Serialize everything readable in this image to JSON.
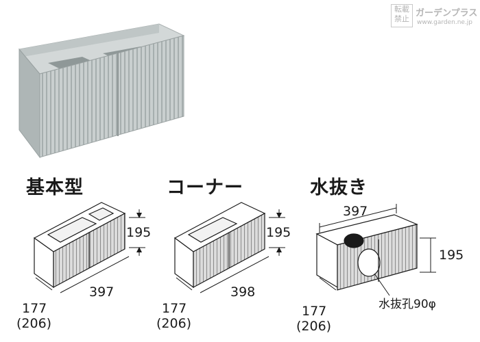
{
  "watermark": {
    "stamp_top": "転載",
    "stamp_bottom": "禁止",
    "brand": "ガーデンプラス",
    "url": "www.garden.ne.jp"
  },
  "variants": [
    {
      "name": "基本型",
      "height": "195",
      "length": "397",
      "depth": "177",
      "depth_alt": "(206)"
    },
    {
      "name": "コーナー",
      "height": "195",
      "length": "398",
      "depth": "177",
      "depth_alt": "(206)"
    },
    {
      "name": "水抜き",
      "height": "195",
      "length": "397",
      "depth": "177",
      "depth_alt": "(206)",
      "hole_label": "水抜孔90φ"
    }
  ]
}
